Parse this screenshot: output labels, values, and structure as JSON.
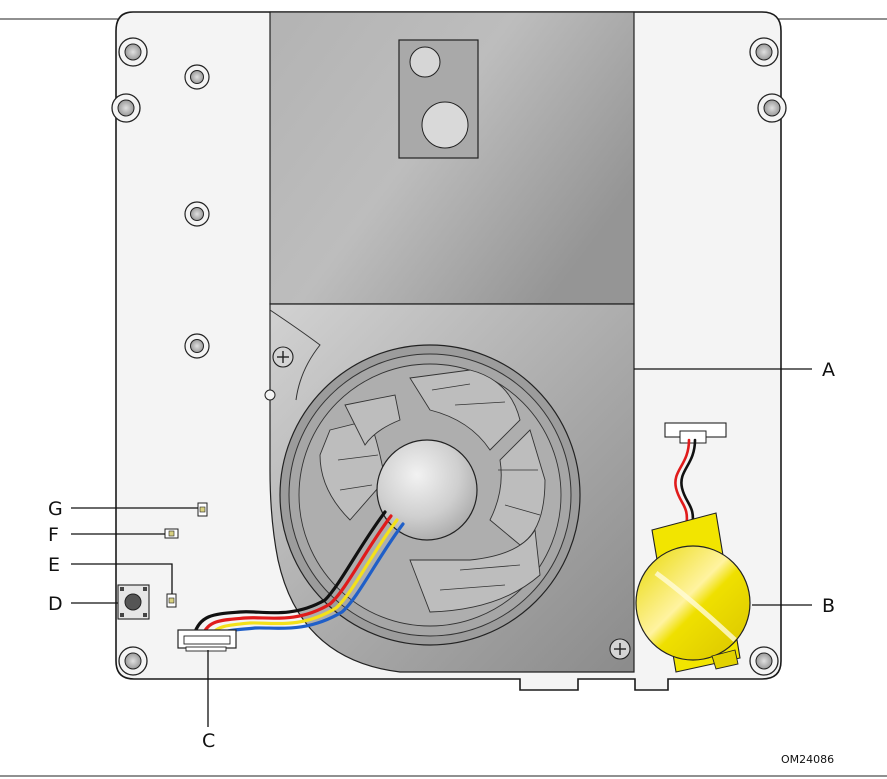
{
  "figure": {
    "id_label": "OM24086"
  },
  "callouts": {
    "a": "A",
    "b": "B",
    "c": "C",
    "d": "D",
    "e": "E",
    "f": "F",
    "g": "G"
  },
  "colors": {
    "board": "#f4f4f4",
    "outline": "#1a1a1a",
    "shroud_light": "#c4c4c4",
    "shroud_dark": "#8a8a8a",
    "battery_yellow": "#f2e500",
    "wire_black": "#111111",
    "wire_red": "#e01b1b",
    "wire_yellow": "#f4e11a",
    "wire_blue": "#1f5fc8"
  },
  "icons": [
    "mounting-hole-icon",
    "screw-icon",
    "fan-icon",
    "coin-battery-icon",
    "push-button-icon",
    "led-icon",
    "connector-icon"
  ]
}
